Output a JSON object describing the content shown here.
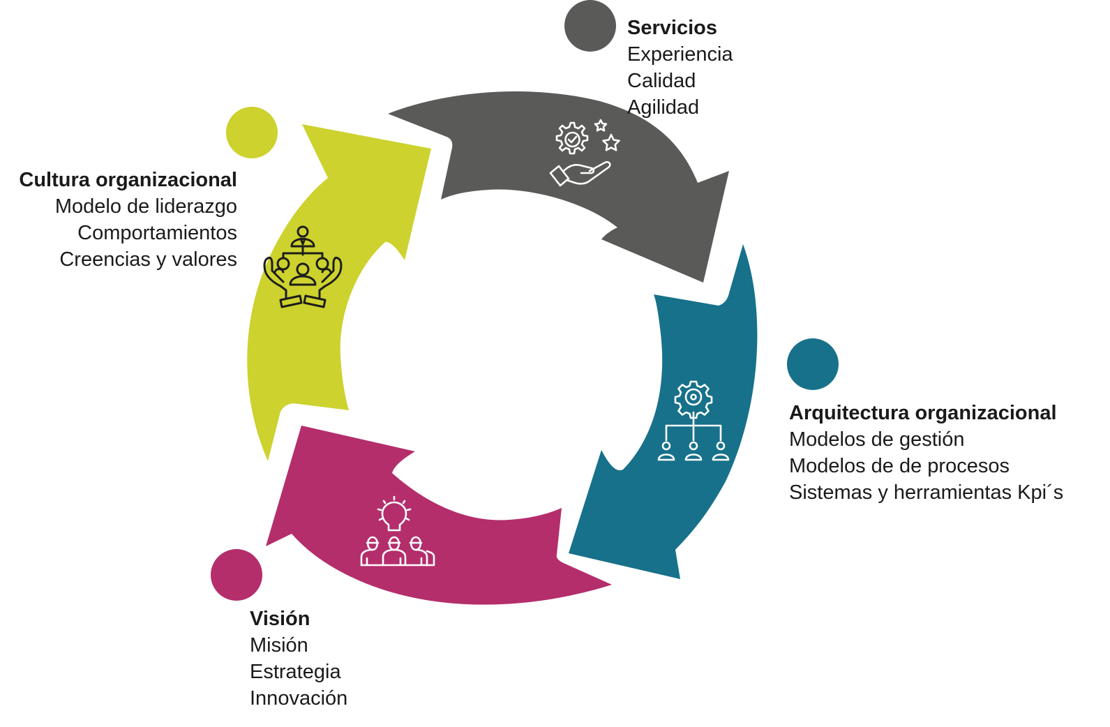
{
  "colors": {
    "servicios": "#5a5a59",
    "arquitectura": "#17718a",
    "vision": "#b42e6c",
    "cultura": "#cdd22e",
    "icon_light": "#ffffff",
    "icon_dark": "#1d1d1b"
  },
  "segments": [
    {
      "key": "servicios",
      "title": "Servicios",
      "items": [
        "Experiencia",
        "Calidad",
        "Agilidad"
      ],
      "icon": "gear-check-stars-hand-icon"
    },
    {
      "key": "arquitectura",
      "title": "Arquitectura organizacional",
      "items": [
        "Modelos de gestión",
        "Modelos de de procesos",
        "Sistemas y herramientas  Kpi´s"
      ],
      "icon": "gear-org-chart-icon"
    },
    {
      "key": "vision",
      "title": "Visión",
      "items": [
        "Misión",
        "Estrategia",
        "Innovación"
      ],
      "icon": "lightbulb-team-icon"
    },
    {
      "key": "cultura",
      "title": "Cultura organizacional",
      "items": [
        "Modelo de liderazgo",
        "Comportamientos",
        "Creencias y valores"
      ],
      "icon": "leader-team-hands-icon"
    }
  ]
}
